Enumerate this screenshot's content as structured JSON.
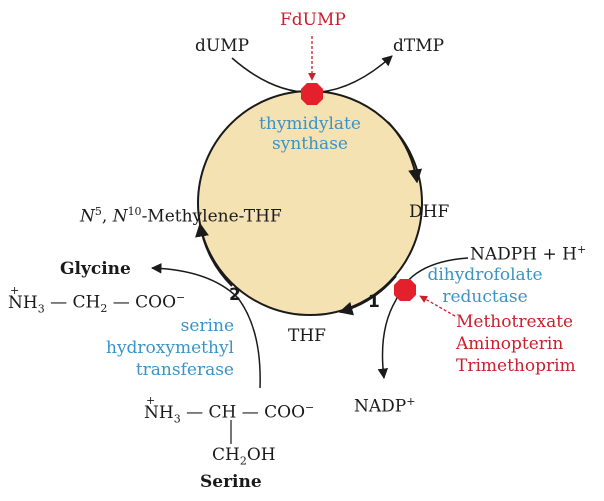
{
  "colors": {
    "cycle_fill": "#f5e2b3",
    "enzyme_text": "#3a93c7",
    "inhibitor": "#c8202d",
    "arrow": "#1a1a1a"
  },
  "thymidylate_synthase": {
    "substrate": "dUMP",
    "product": "dTMP",
    "inhibitor": "FdUMP",
    "enzyme_line1": "thymidylate",
    "enzyme_line2": "synthase"
  },
  "cycle": {
    "left_node": "N5, N10-Methylene-THF",
    "right_node": "DHF",
    "bottom_node": "THF",
    "step1": "1",
    "step2": "2"
  },
  "dhfr": {
    "cofactor_in": "NADPH + H+",
    "cofactor_out": "NADP+",
    "enzyme_line1": "dihydrofolate",
    "enzyme_line2": "reductase",
    "inhibitors": [
      "Methotrexate",
      "Aminopterin",
      "Trimethoprim"
    ]
  },
  "shmt": {
    "enzyme_line1": "serine",
    "enzyme_line2": "hydroxymethyl",
    "enzyme_line3": "transferase"
  },
  "glycine": {
    "name": "Glycine",
    "formula": "NH3 — CH2 — COO−"
  },
  "serine": {
    "name": "Serine",
    "formula": "NH3 — CH — COO−",
    "side_chain": "CH2OH"
  }
}
